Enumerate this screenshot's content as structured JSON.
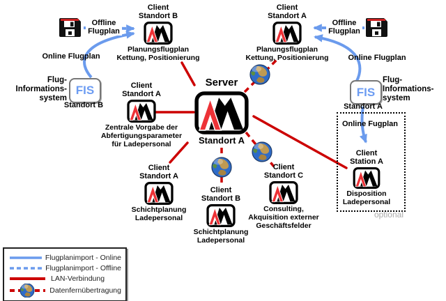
{
  "server": {
    "title": "Server",
    "subtitle": "Standort A"
  },
  "nodes": [
    {
      "title": "Client",
      "subtitle": "Standort B",
      "caption": [
        "Planungsflugplan",
        "Kettung, Positionierung"
      ]
    },
    {
      "title": "Client",
      "subtitle": "Standort A",
      "caption": [
        "Planungsflugplan",
        "Kettung, Positionierung"
      ]
    },
    {
      "title": "Client",
      "subtitle": "Standort A",
      "caption": [
        "Zentrale Vorgabe der",
        "Abfertigungsparameter",
        "für Ladepersonal"
      ]
    },
    {
      "title": "Client",
      "subtitle": "Standort A",
      "caption": [
        "Schichtplanung",
        "Ladepersonal"
      ]
    },
    {
      "title": "Client",
      "subtitle": "Standort B",
      "caption": [
        "Schichtplanung",
        "Ladepersonal"
      ]
    },
    {
      "title": "Client",
      "subtitle": "Standort C",
      "caption": [
        "Consulting,",
        "Akquisition externer",
        "Geschäftsfelder"
      ]
    },
    {
      "title": "Client",
      "subtitle": "Station A",
      "caption": [
        "Disposition",
        "Ladepersonal"
      ]
    }
  ],
  "fis_left": {
    "box_label": "FIS",
    "location": "Standort B",
    "system_label": [
      "Flug-",
      "Informations-",
      "system"
    ]
  },
  "fis_right": {
    "box_label": "FIS",
    "location": "Standort A",
    "system_label": [
      "Flug-",
      "Informations-",
      "system"
    ]
  },
  "arrow_labels": {
    "offline_left": [
      "Offline",
      "Flugplan"
    ],
    "offline_right": [
      "Offline",
      "Flugplan"
    ],
    "online_left": "Online Flugplan",
    "online_right": "Online Flugplan",
    "optional_box_title": "Online Fugplan"
  },
  "optional_note": "optional",
  "legend": {
    "items": [
      {
        "label": "Flugplanimport - Online",
        "style": "blue-solid"
      },
      {
        "label": "Flugplanimport - Offline",
        "style": "blue-dashed"
      },
      {
        "label": "LAN-Verbindung",
        "style": "red-solid"
      },
      {
        "label": "Datenfernübertragung",
        "style": "red-dashed-globe"
      }
    ]
  },
  "colors": {
    "lan_red": "#cc0000",
    "flight_blue": "#6b9bed",
    "logo_red": "#ed3237",
    "fis_blue": "#6c9cf2",
    "optional_gray": "#aaaaaa"
  }
}
